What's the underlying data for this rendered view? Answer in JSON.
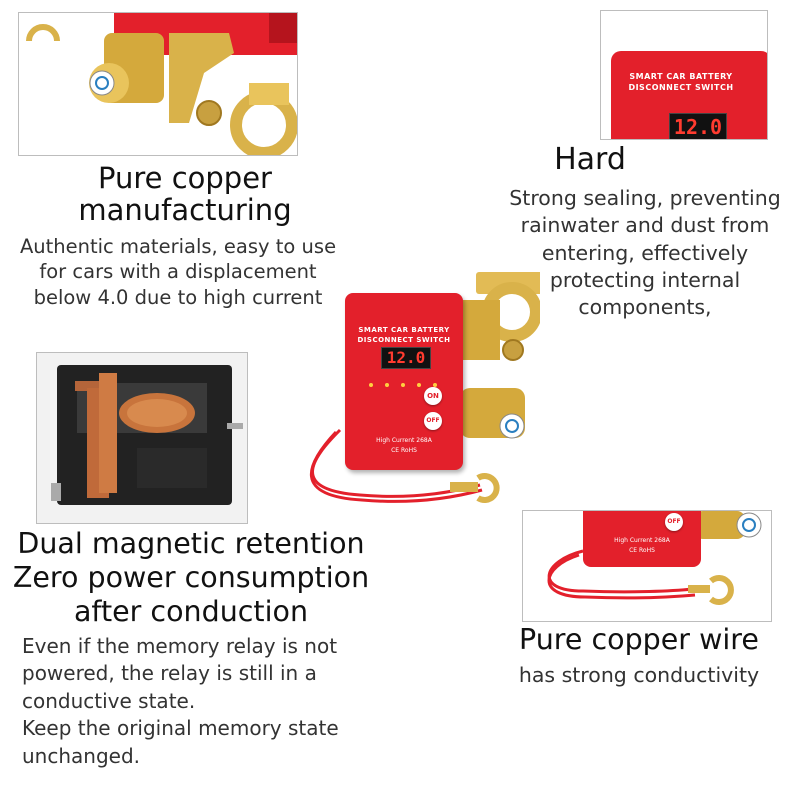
{
  "top_left": {
    "heading_line1": "Pure copper",
    "heading_line2": "manufacturing",
    "body_lines": [
      "Authentic materials, easy to use",
      "for cars with a displacement",
      "below 4.0 due to high current"
    ]
  },
  "top_right": {
    "heading": "Hard",
    "body_lines": [
      "Strong sealing, preventing",
      "rainwater and dust from",
      "entering, effectively",
      "protecting internal",
      "components,"
    ],
    "device_label_line1": "SMART CAR BATTERY",
    "device_label_line2": "DISCONNECT SWITCH",
    "display_value": "12.0"
  },
  "center_device": {
    "label_line1": "SMART CAR BATTERY",
    "label_line2": "DISCONNECT SWITCH",
    "display_value": "12.0",
    "on_label": "ON",
    "off_label": "OFF",
    "current_label": "High Current 268A",
    "cert_label": "CE RoHS"
  },
  "bottom_left": {
    "heading_line1": "Dual magnetic retention",
    "heading_line2": "Zero power consumption",
    "heading_line3": "after conduction",
    "body_lines": [
      "Even if the memory relay is not",
      "powered, the relay is still in a",
      "conductive state.",
      "Keep the original memory state",
      "unchanged."
    ]
  },
  "bottom_right": {
    "heading": "Pure copper wire",
    "subheading": "has strong conductivity",
    "device_off_label": "OFF",
    "device_current_label": "High Current 268A",
    "device_cert_label": "CE RoHS"
  },
  "colors": {
    "device_red": "#e3202b",
    "brass": "#d9b24a",
    "copper": "#c8743c"
  }
}
